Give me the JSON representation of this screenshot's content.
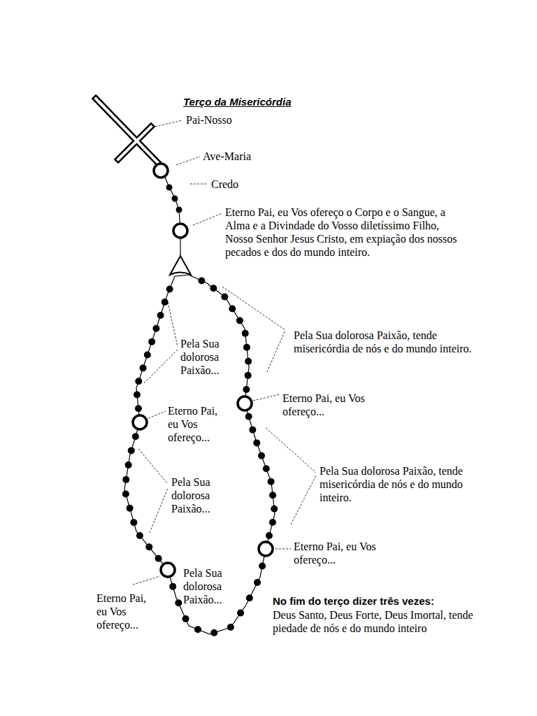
{
  "diagram": {
    "title": "Terço da Misericórdia",
    "labels": [
      "Pai-Nosso",
      "Ave-Maria",
      "Credo",
      "Eterno Pai, eu Vos ofereço o Corpo e o Sangue, a Alma e a Divindade do Vosso diletíssimo Filho, Nosso Senhor Jesus Cristo, em expiação dos nossos pecados e dos do mundo inteiro.",
      "Pela Sua dolorosa Paixão, tende misericórdia de nós e do mundo inteiro.",
      "Pela Sua dolorosa Paixão...",
      "Eterno Pai, eu Vos ofereço...",
      "Eterno Pai, eu Vos ofereço...",
      "Pela Sua dolorosa Paixão, tende misericórdia de nós e do mundo inteiro.",
      "Pela Sua dolorosa Paixão...",
      "Eterno Pai, eu Vos ofereço...",
      "Pela Sua dolorosa Paixão...",
      "Eterno Pai, eu Vos ofereço...",
      "No fim do terço dizer três vezes:",
      "Deus Santo, Deus Forte, Deus Imortal, tende piedade de nós e do mundo inteiro"
    ]
  }
}
